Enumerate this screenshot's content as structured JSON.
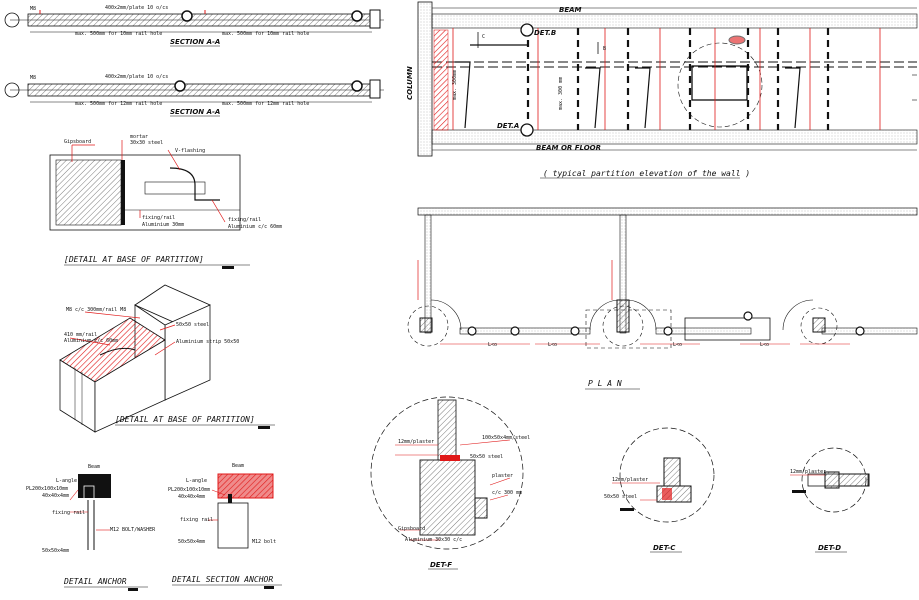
{
  "colors": {
    "line": "#111111",
    "red": "#e01818",
    "hatch": "#555555",
    "bg": "#ffffff",
    "dashgrey": "#8a8a8a"
  },
  "section1": {
    "title": "SECTION A-A",
    "note_left": "max. 500mm for 10mm rail hole",
    "note_right": "max. 500mm for 10mm rail hole",
    "top_label": "400x2mm/plate 10 o/cs"
  },
  "section2": {
    "title": "SECTION A-A",
    "note_left": "max. 500mm for 12mm rail hole",
    "note_right": "max. 500mm for 12mm rail hole",
    "top_label": "400x2mm/plate 10 o/cs"
  },
  "detail1": {
    "title": "[DETAIL AT BASE OF PARTITION]",
    "labels": [
      "Gipsboard",
      "mortar",
      "30x30 steel",
      "V-flashing",
      "fixing/rail",
      "Aluminium 30mm",
      "fixing/rail",
      "Aluminium c/c 60mm"
    ]
  },
  "iso": {
    "title": "[DETAIL AT BASE OF PARTITION]",
    "labels": [
      "M8 c/c 300mm/rail M8",
      "410 mm/rail",
      "Aluminium c/c 60mm",
      "50x50 steel",
      "Aluminium strip 50x50"
    ]
  },
  "small1": {
    "title": "DETAIL ANCHOR",
    "labels": [
      "Beam",
      "L-angle",
      "PL200x100x10mm",
      "40x40x4mm",
      "fixing rail",
      "M12 BOLT/WASHER",
      "50x50x4mm"
    ]
  },
  "small2": {
    "title": "DETAIL SECTION ANCHOR",
    "labels": [
      "Beam",
      "L-angle",
      "PL200x100x10mm",
      "40x40x4mm",
      "fixing rail",
      "50x50x4mm",
      "M12 bolt"
    ]
  },
  "elevation": {
    "beam_label": "BEAM",
    "floor_label": "BEAM OR FLOOR",
    "column_label": "COLUMN",
    "det_b": "DET.B",
    "det_a": "DET.A",
    "marker_c": "C",
    "marker_b": "B",
    "dim_left": "max. 300mm",
    "dim_right": "max. 300 mm",
    "caption": "( typical partition elevation of the wall )"
  },
  "plan": {
    "title": "P L A N",
    "dims": [
      "L<o",
      "L<o",
      "L<o",
      "L<o"
    ]
  },
  "det_f": {
    "title": "DET-F",
    "labels": [
      "12mm/plaster",
      "100x50x4mm/steel",
      "50x50 steel",
      "plaster",
      "c/c 300 mm",
      "Gipsboard",
      "Aluminium 30x30 c/c"
    ]
  },
  "det_c": {
    "title": "DET-C",
    "labels": [
      "12mm/plaster",
      "50x50 steel"
    ]
  },
  "det_d": {
    "title": "DET-D",
    "labels": [
      "12mm/plaster"
    ]
  }
}
